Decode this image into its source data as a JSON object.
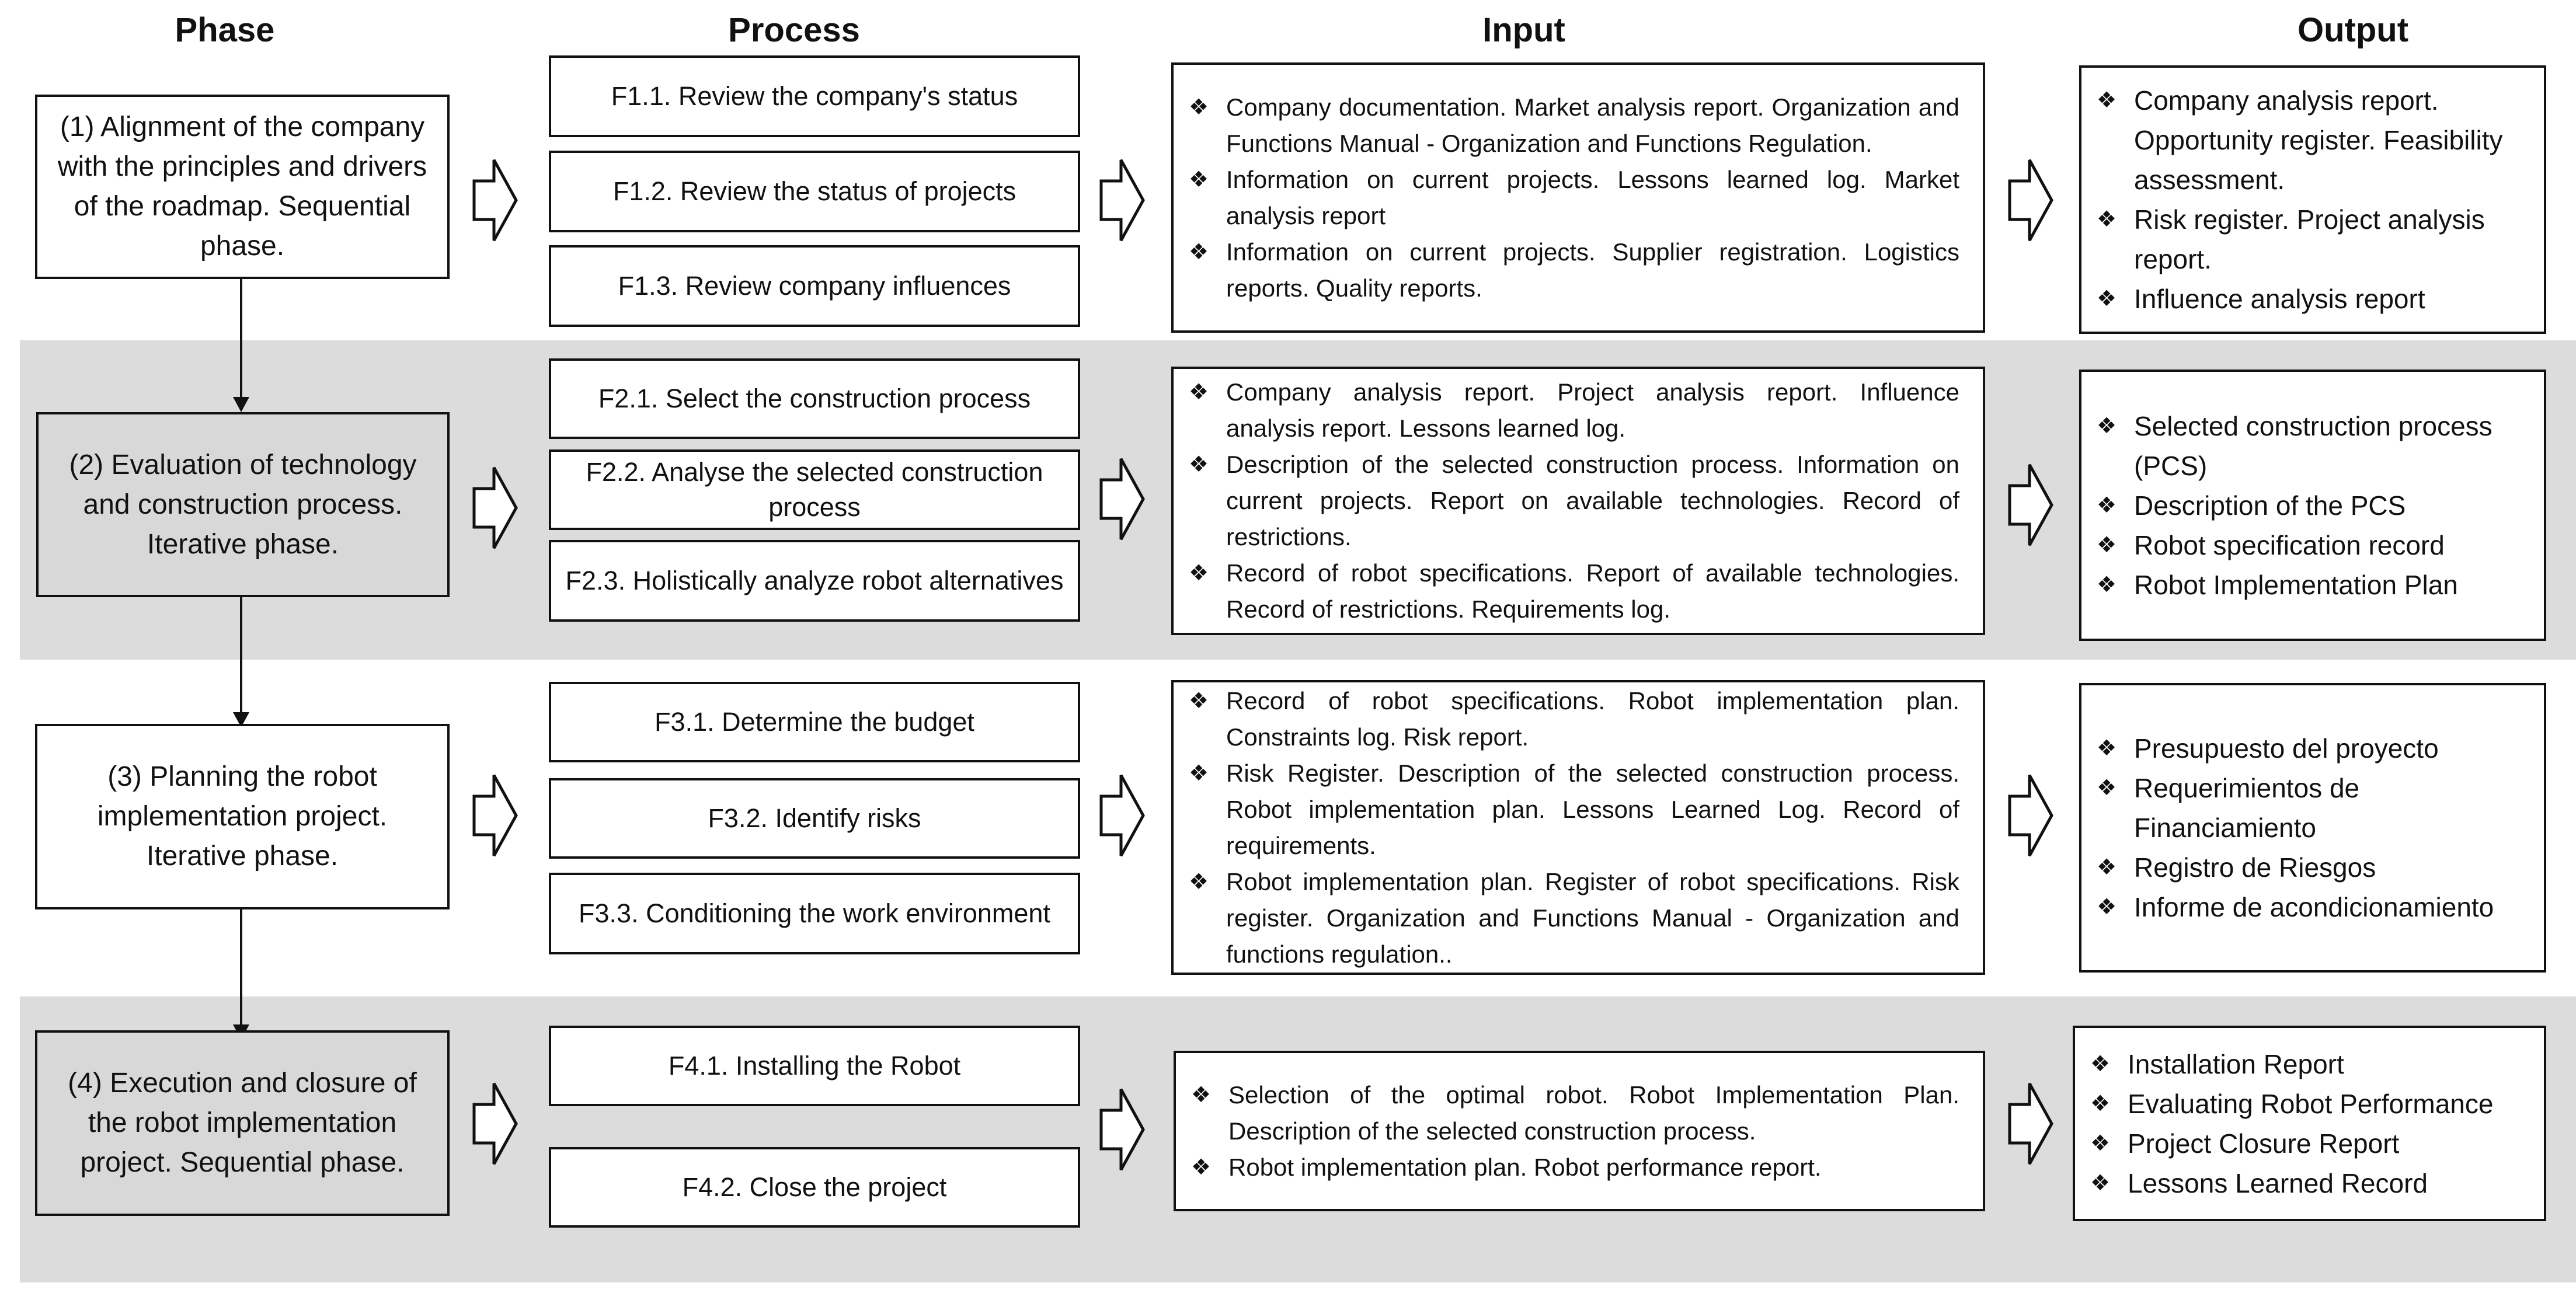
{
  "headers": {
    "phase": "Phase",
    "process": "Process",
    "input": "Input",
    "output": "Output"
  },
  "phases": [
    {
      "label": "(1) Alignment of the company with the principles and drivers of the roadmap. Sequential phase.",
      "processes": [
        "F1.1. Review the company's status",
        "F1.2. Review the status of projects",
        "F1.3. Review company influences"
      ],
      "inputs": [
        "Company documentation. Market analysis report. Organization and Functions Manual - Organization and Functions Regulation.",
        "Information on current projects. Lessons learned log. Market analysis report",
        "Information on current projects. Supplier registration. Logistics reports. Quality reports."
      ],
      "outputs": [
        "Company analysis report. Opportunity register. Feasibility assessment.",
        "Risk register. Project analysis report.",
        "Influence analysis report"
      ]
    },
    {
      "label": "(2) Evaluation of technology and construction process. Iterative phase.",
      "processes": [
        "F2.1. Select the construction process",
        "F2.2. Analyse the selected construction process",
        "F2.3. Holistically analyze robot alternatives"
      ],
      "inputs": [
        "Company analysis report. Project analysis report. Influence analysis report. Lessons learned log.",
        "Description of the selected construction process. Information on current projects. Report on available technologies. Record of restrictions.",
        "Record of robot specifications. Report of available technologies. Record of restrictions. Requirements log."
      ],
      "outputs": [
        "Selected construction process (PCS)",
        "Description of the PCS",
        "Robot specification record",
        "Robot Implementation Plan"
      ]
    },
    {
      "label": "(3) Planning the robot implementation project. Iterative phase.",
      "processes": [
        "F3.1. Determine the budget",
        "F3.2. Identify risks",
        "F3.3. Conditioning the work environment"
      ],
      "inputs": [
        "Record of robot specifications. Robot implementation plan. Constraints log. Risk report.",
        "Risk Register. Description of the selected construction process. Robot implementation plan. Lessons Learned Log. Record of requirements.",
        "Robot implementation plan. Register of robot specifications. Risk register. Organization and Functions Manual - Organization and functions regulation.."
      ],
      "outputs": [
        "Presupuesto del proyecto",
        "Requerimientos de Financiamiento",
        "Registro de Riesgos",
        "Informe de acondicionamiento"
      ]
    },
    {
      "label": "(4) Execution and closure of the robot implementation project. Sequential phase.",
      "processes": [
        "F4.1. Installing the Robot",
        "F4.2. Close the project"
      ],
      "inputs": [
        "Selection of the optimal robot. Robot Implementation Plan. Description of the selected construction process.",
        "Robot implementation plan. Robot performance report."
      ],
      "outputs": [
        "Installation Report",
        "Evaluating Robot Performance",
        "Project Closure Report",
        "Lessons Learned Record"
      ]
    }
  ],
  "bullet_glyph": "❖",
  "colors": {
    "band": "#dcdcdc",
    "phase_shaded": "#d8d8d8",
    "border": "#111111"
  }
}
